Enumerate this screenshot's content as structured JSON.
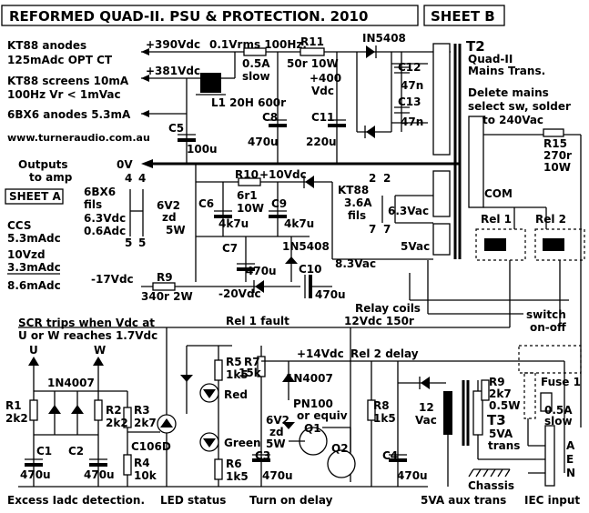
{
  "title": "REFORMED QUAD-II. PSU & PROTECTION. 2010",
  "sheet": "SHEET B",
  "website": "www.turneraudio.com.au",
  "outputs_label": [
    "Outputs",
    "to amp"
  ],
  "sheet_a": "SHEET A",
  "left_notes": {
    "kt88_anodes": [
      "KT88 anodes",
      "125mAdc   OPT CT"
    ],
    "kt88_screens": [
      "KT88 screens 10mA",
      "100Hz Vr < 1mVac"
    ],
    "b6x6_anodes": "6BX6 anodes  5.3mA",
    "b6x6_fils": [
      "6BX6",
      "fils",
      "6.3Vdc",
      "0.6Adc"
    ],
    "ccs": [
      "CCS",
      "5.3mAdc",
      "10Vzd",
      "3.3mAdc",
      "8.6mAdc"
    ]
  },
  "voltages": {
    "v390": "+390Vdc",
    "v381": "+381Vdc",
    "v400": [
      "+400",
      "Vdc"
    ],
    "v0": "0V",
    "v10": "+10Vdc",
    "vm17": "-17Vdc",
    "vm20": "-20Vdc",
    "v83": "8.3Vac",
    "v14": "+14Vdc",
    "v63": "6.3Vac",
    "v5": "5Vac",
    "v12": [
      "12",
      "Vac"
    ]
  },
  "components": {
    "ripple": "0.1Vrms  100Hz.",
    "fuse_05": [
      "0.5A",
      "slow"
    ],
    "l1": "L1 20H 600r",
    "r11": [
      "R11",
      "50r 10W"
    ],
    "d_in5408_top": "IN5408",
    "c12": [
      "C12",
      "47n"
    ],
    "c13": [
      "C13",
      "47n"
    ],
    "c5": [
      "C5",
      "100u"
    ],
    "c8": [
      "C8",
      "470u"
    ],
    "c11": [
      "C11",
      "220u"
    ],
    "r10": [
      "R10",
      "6r1",
      "10W"
    ],
    "c6": [
      "C6",
      "4k7u"
    ],
    "c9": [
      "C9",
      "4k7u"
    ],
    "zd_6v2": [
      "6V2",
      "zd",
      "5W"
    ],
    "c7": [
      "C7",
      "470u"
    ],
    "d_1n5408": "1N5408",
    "c10": [
      "C10",
      "470u"
    ],
    "r9_bias": [
      "R9",
      "340r  2W"
    ],
    "t2": [
      "T2",
      "Quad-II",
      "Mains Trans."
    ],
    "mains_note": [
      "Delete mains",
      "select sw, solder",
      "to 240Vac"
    ],
    "r15": [
      "R15",
      "270r",
      "10W"
    ],
    "kt88_fils": [
      "KT88",
      "3.6A",
      "fils"
    ],
    "pins": [
      "2",
      "2",
      "7",
      "7",
      "4",
      "4",
      "5",
      "5"
    ],
    "com": "COM",
    "rel1": "Rel 1",
    "rel2": "Rel 2",
    "relay_coils": [
      "Relay coils",
      "12Vdc 150r"
    ],
    "switch": [
      "switch",
      "on-off"
    ],
    "rel1_fault": "Rel 1 fault",
    "rel2_delay": "Rel 2 delay",
    "scr_note": [
      "SCR trips when Vdc at",
      "U or W reaches 1.7Vdc"
    ],
    "u": "U",
    "w": "W",
    "d_1n4007a": "1N4007",
    "r1": [
      "R1",
      "2k2"
    ],
    "r2": [
      "R2",
      "2k2"
    ],
    "r3": [
      "R3",
      "2k7"
    ],
    "c1": [
      "C1",
      "470u"
    ],
    "c2": [
      "C2",
      "470u"
    ],
    "r4": [
      "R4",
      "10k"
    ],
    "c106d": "C106D",
    "r5": [
      "R5",
      "1k5"
    ],
    "red": "Red",
    "green": "Green",
    "r6": [
      "R6",
      "1k5"
    ],
    "r7": [
      "R7",
      "15k"
    ],
    "d_1n4007b": "1N4007",
    "zd2": [
      "6V2",
      "zd",
      "5W"
    ],
    "pn100": [
      "PN100",
      "or equiv"
    ],
    "q1": "Q1",
    "q2": "Q2",
    "c3": [
      "C3",
      "470u"
    ],
    "r8": [
      "R8",
      "1k5"
    ],
    "c4": [
      "C4",
      "470u"
    ],
    "r9b": [
      "R9",
      "2k7",
      "0.5W"
    ],
    "t3": [
      "T3",
      "5VA",
      "trans"
    ],
    "fuse1": [
      "Fuse 1",
      "0.5A",
      "slow"
    ],
    "aen": [
      "A",
      "E",
      "N"
    ],
    "chassis": "Chassis"
  },
  "footer": {
    "excess": "Excess Iadc detection.",
    "led": "LED status",
    "delay": "Turn on delay",
    "aux": "5VA aux trans",
    "iec": "IEC input"
  }
}
